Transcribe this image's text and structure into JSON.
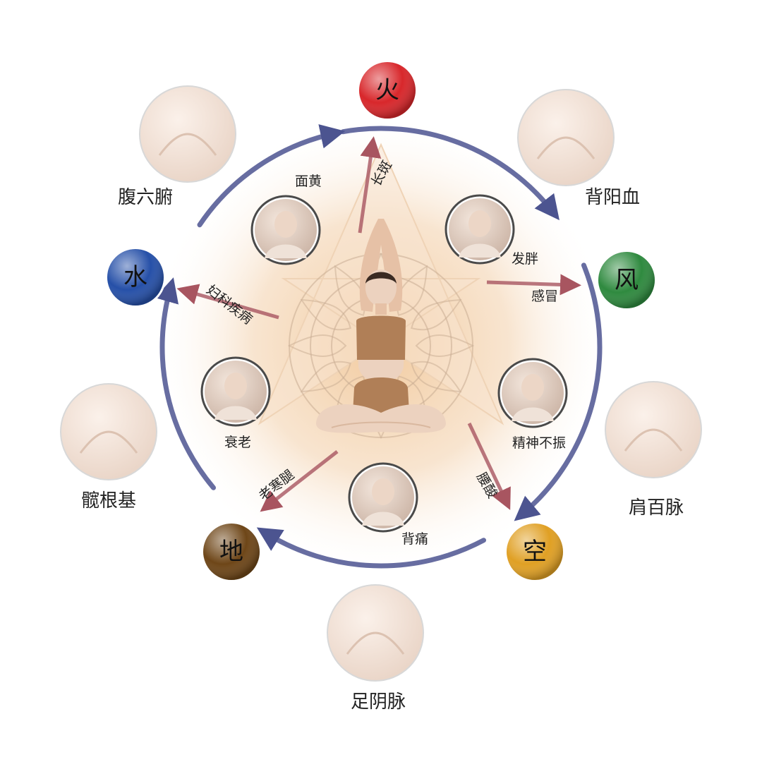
{
  "elements": [
    {
      "id": "fire",
      "label": "火",
      "color": "#d8272b"
    },
    {
      "id": "wind",
      "label": "风",
      "color": "#2f8a3f"
    },
    {
      "id": "space",
      "label": "空",
      "color": "#e0a024"
    },
    {
      "id": "earth",
      "label": "地",
      "color": "#6e4618"
    },
    {
      "id": "water",
      "label": "水",
      "color": "#2650a8"
    }
  ],
  "body_parts": [
    {
      "label": "背阳血",
      "icon": "upper-back-photo-icon"
    },
    {
      "label": "肩百脉",
      "icon": "shoulder-photo-icon"
    },
    {
      "label": "足阴脉",
      "icon": "foot-photo-icon"
    },
    {
      "label": "髋根基",
      "icon": "hip-photo-icon"
    },
    {
      "label": "腹六腑",
      "icon": "abdomen-photo-icon"
    }
  ],
  "symptom_photos": [
    {
      "label": "面黄",
      "icon": "sallow-face-photo-icon"
    },
    {
      "label": "发胖",
      "icon": "weight-gain-photo-icon"
    },
    {
      "label": "精神不振",
      "icon": "fatigue-photo-icon"
    },
    {
      "label": "背痛",
      "icon": "back-pain-photo-icon"
    },
    {
      "label": "衰老",
      "icon": "aging-photo-icon"
    }
  ],
  "arrow_labels": [
    {
      "label": "长斑"
    },
    {
      "label": "感冒"
    },
    {
      "label": "腰酸"
    },
    {
      "label": "老寒腿"
    },
    {
      "label": "妇科疾病"
    }
  ],
  "colors": {
    "cycle_arrow": "#4c5490",
    "inner_arrow": "#a85560",
    "glow": "#f1c89a"
  },
  "center_icon": "meditating-woman-icon"
}
